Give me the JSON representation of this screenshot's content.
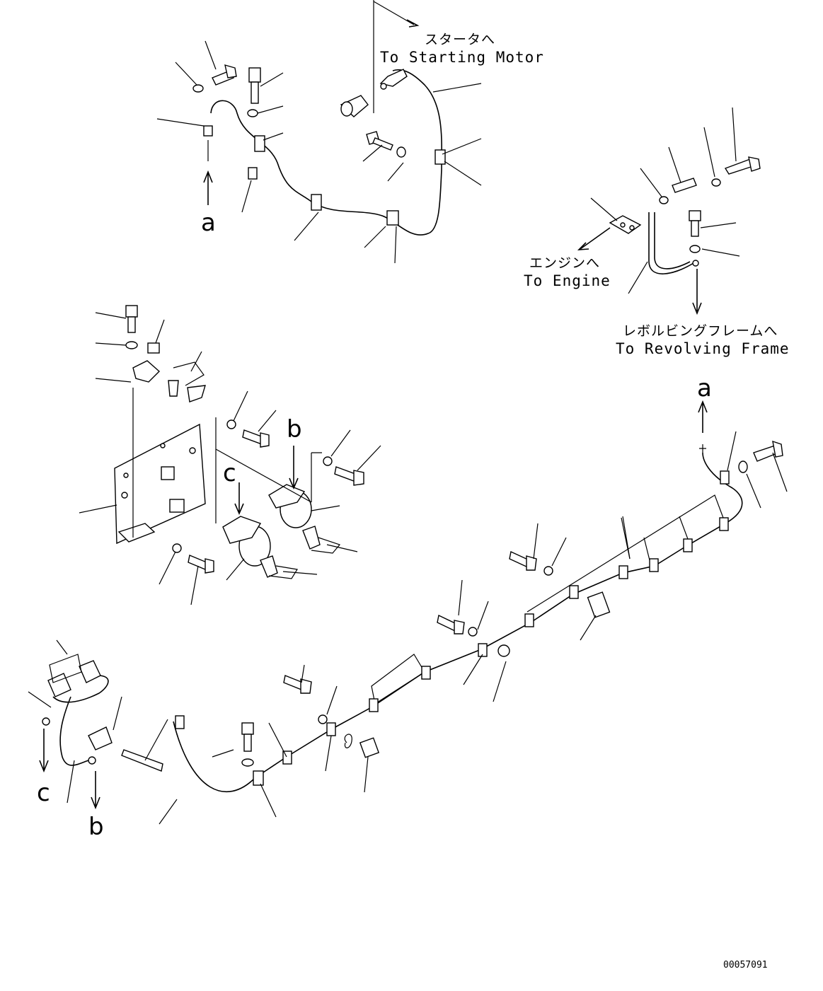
{
  "labels": {
    "starter_jp": "スタータへ",
    "starter_en": "To Starting Motor",
    "engine_jp": "エンジンへ",
    "engine_en": "To Engine",
    "revolving_jp": "レボルビングフレームへ",
    "revolving_en": "To Revolving Frame"
  },
  "refs": {
    "a_top": "a",
    "a_right": "a",
    "b_mid": "b",
    "c_mid": "c",
    "c_bottom": "c",
    "b_bottom": "b"
  },
  "figure_number": "00057091"
}
